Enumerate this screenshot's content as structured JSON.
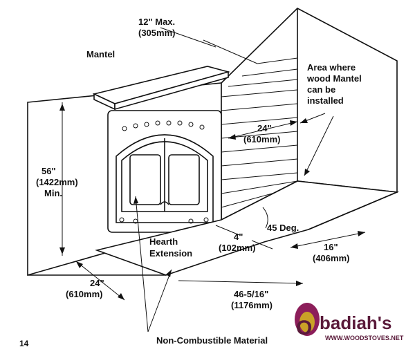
{
  "labels": {
    "mantel": "Mantel",
    "mantel_max_1": "12\" Max.",
    "mantel_max_2": "(305mm)",
    "area_1": "Area where",
    "area_2": "wood Mantel",
    "area_3": "can be",
    "area_4": "installed",
    "height_1": "56\"",
    "height_2": "(1422mm)",
    "height_3": "Min.",
    "side_24_1": "24\"",
    "side_24_2": "(610mm)",
    "front_24_1": "24\"",
    "front_24_2": "(610mm)",
    "hearth_1": "Hearth",
    "hearth_2": "Extension",
    "four_1": "4\"",
    "four_2": "(102mm)",
    "deg45": "45 Deg.",
    "sixteen_1": "16\"",
    "sixteen_2": "(406mm)",
    "width_1": "46-5/16\"",
    "width_2": "(1176mm)",
    "noncomb": "Non-Combustible Material",
    "page_num": "14"
  },
  "logo": {
    "name": "badiah's",
    "initial": "O",
    "url": "WWW.WOODSTOVES.NET",
    "color_primary": "#5a1a3a",
    "color_accent": "#8c1e5a",
    "color_gold": "#c9a227"
  }
}
